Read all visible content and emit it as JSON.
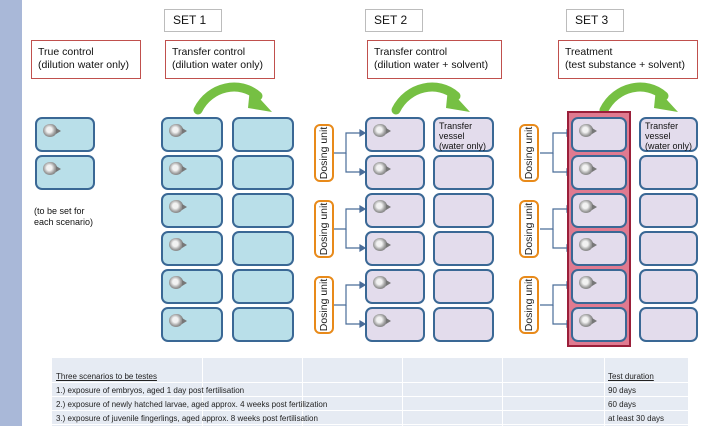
{
  "sets": {
    "set1": "SET 1",
    "set2": "SET 2",
    "set3": "SET 3"
  },
  "boxes": {
    "true_control": [
      "True control",
      "(dilution water only)"
    ],
    "transfer_control_1": [
      "Transfer control",
      "(dilution water only)"
    ],
    "transfer_control_2": [
      "Transfer control",
      "(dilution water + solvent)"
    ],
    "treatment": [
      "Treatment",
      "(test substance + solvent)"
    ]
  },
  "dosing_unit": "Dosing unit",
  "transfer_vessel_set2": [
    "Transfer",
    "vessel",
    "(water only)"
  ],
  "transfer_vessel_set3": [
    "Transfer",
    "vessel",
    "(water only)"
  ],
  "note": [
    "(to be set for",
    "each scenario)"
  ],
  "table": {
    "header_left": "Three scenarios to be testes",
    "header_right": "Test duration",
    "rows": [
      {
        "label": "1.)    exposure of embryos, aged 1 day post fertilisation",
        "duration": "90 days"
      },
      {
        "label": "2.)    exposure of newly hatched larvae, aged approx. 4 weeks post fertilization",
        "duration": "60 days"
      },
      {
        "label": "3.)    exposure of juvenile fingerlings, aged approx. 8 weeks post fertilisation",
        "duration": "at least 30 days"
      }
    ]
  },
  "colors": {
    "tank_blue": "#b9dfe9",
    "tank_lavender": "#e3dcec",
    "tank_border": "#3a6895",
    "dosing_border": "#e88a1a",
    "arrow_green": "#76c043",
    "treatment_frame": "#e07a90",
    "box_border": "#c0504d"
  }
}
